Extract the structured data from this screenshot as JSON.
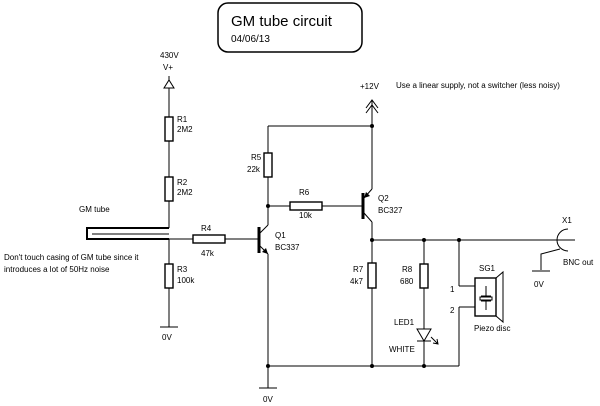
{
  "title": {
    "main": "GM tube circuit",
    "date": "04/06/13"
  },
  "notes": {
    "supply": "Use a linear supply, not a switcher (less noisy)",
    "casing_line1": "Don't touch casing of GM tube since it",
    "casing_line2": "introduces a lot of 50Hz noise"
  },
  "power": {
    "hv_value": "430V",
    "hv_name": "V+",
    "vcc": "+12V",
    "gnd": "0V"
  },
  "gm_tube": {
    "label": "GM tube"
  },
  "resistors": {
    "r1": {
      "ref": "R1",
      "value": "2M2"
    },
    "r2": {
      "ref": "R2",
      "value": "2M2"
    },
    "r3": {
      "ref": "R3",
      "value": "100k"
    },
    "r4": {
      "ref": "R4",
      "value": "47k"
    },
    "r5": {
      "ref": "R5",
      "value": "22k"
    },
    "r6": {
      "ref": "R6",
      "value": "10k"
    },
    "r7": {
      "ref": "R7",
      "value": "4k7"
    },
    "r8": {
      "ref": "R8",
      "value": "680"
    }
  },
  "transistors": {
    "q1": {
      "ref": "Q1",
      "part": "BC337"
    },
    "q2": {
      "ref": "Q2",
      "part": "BC327"
    }
  },
  "led1": {
    "ref": "LED1",
    "color": "WHITE"
  },
  "sg1": {
    "ref": "SG1",
    "desc": "Piezo disc",
    "pin1": "1",
    "pin2": "2"
  },
  "x1": {
    "ref": "X1",
    "desc": "BNC out"
  }
}
